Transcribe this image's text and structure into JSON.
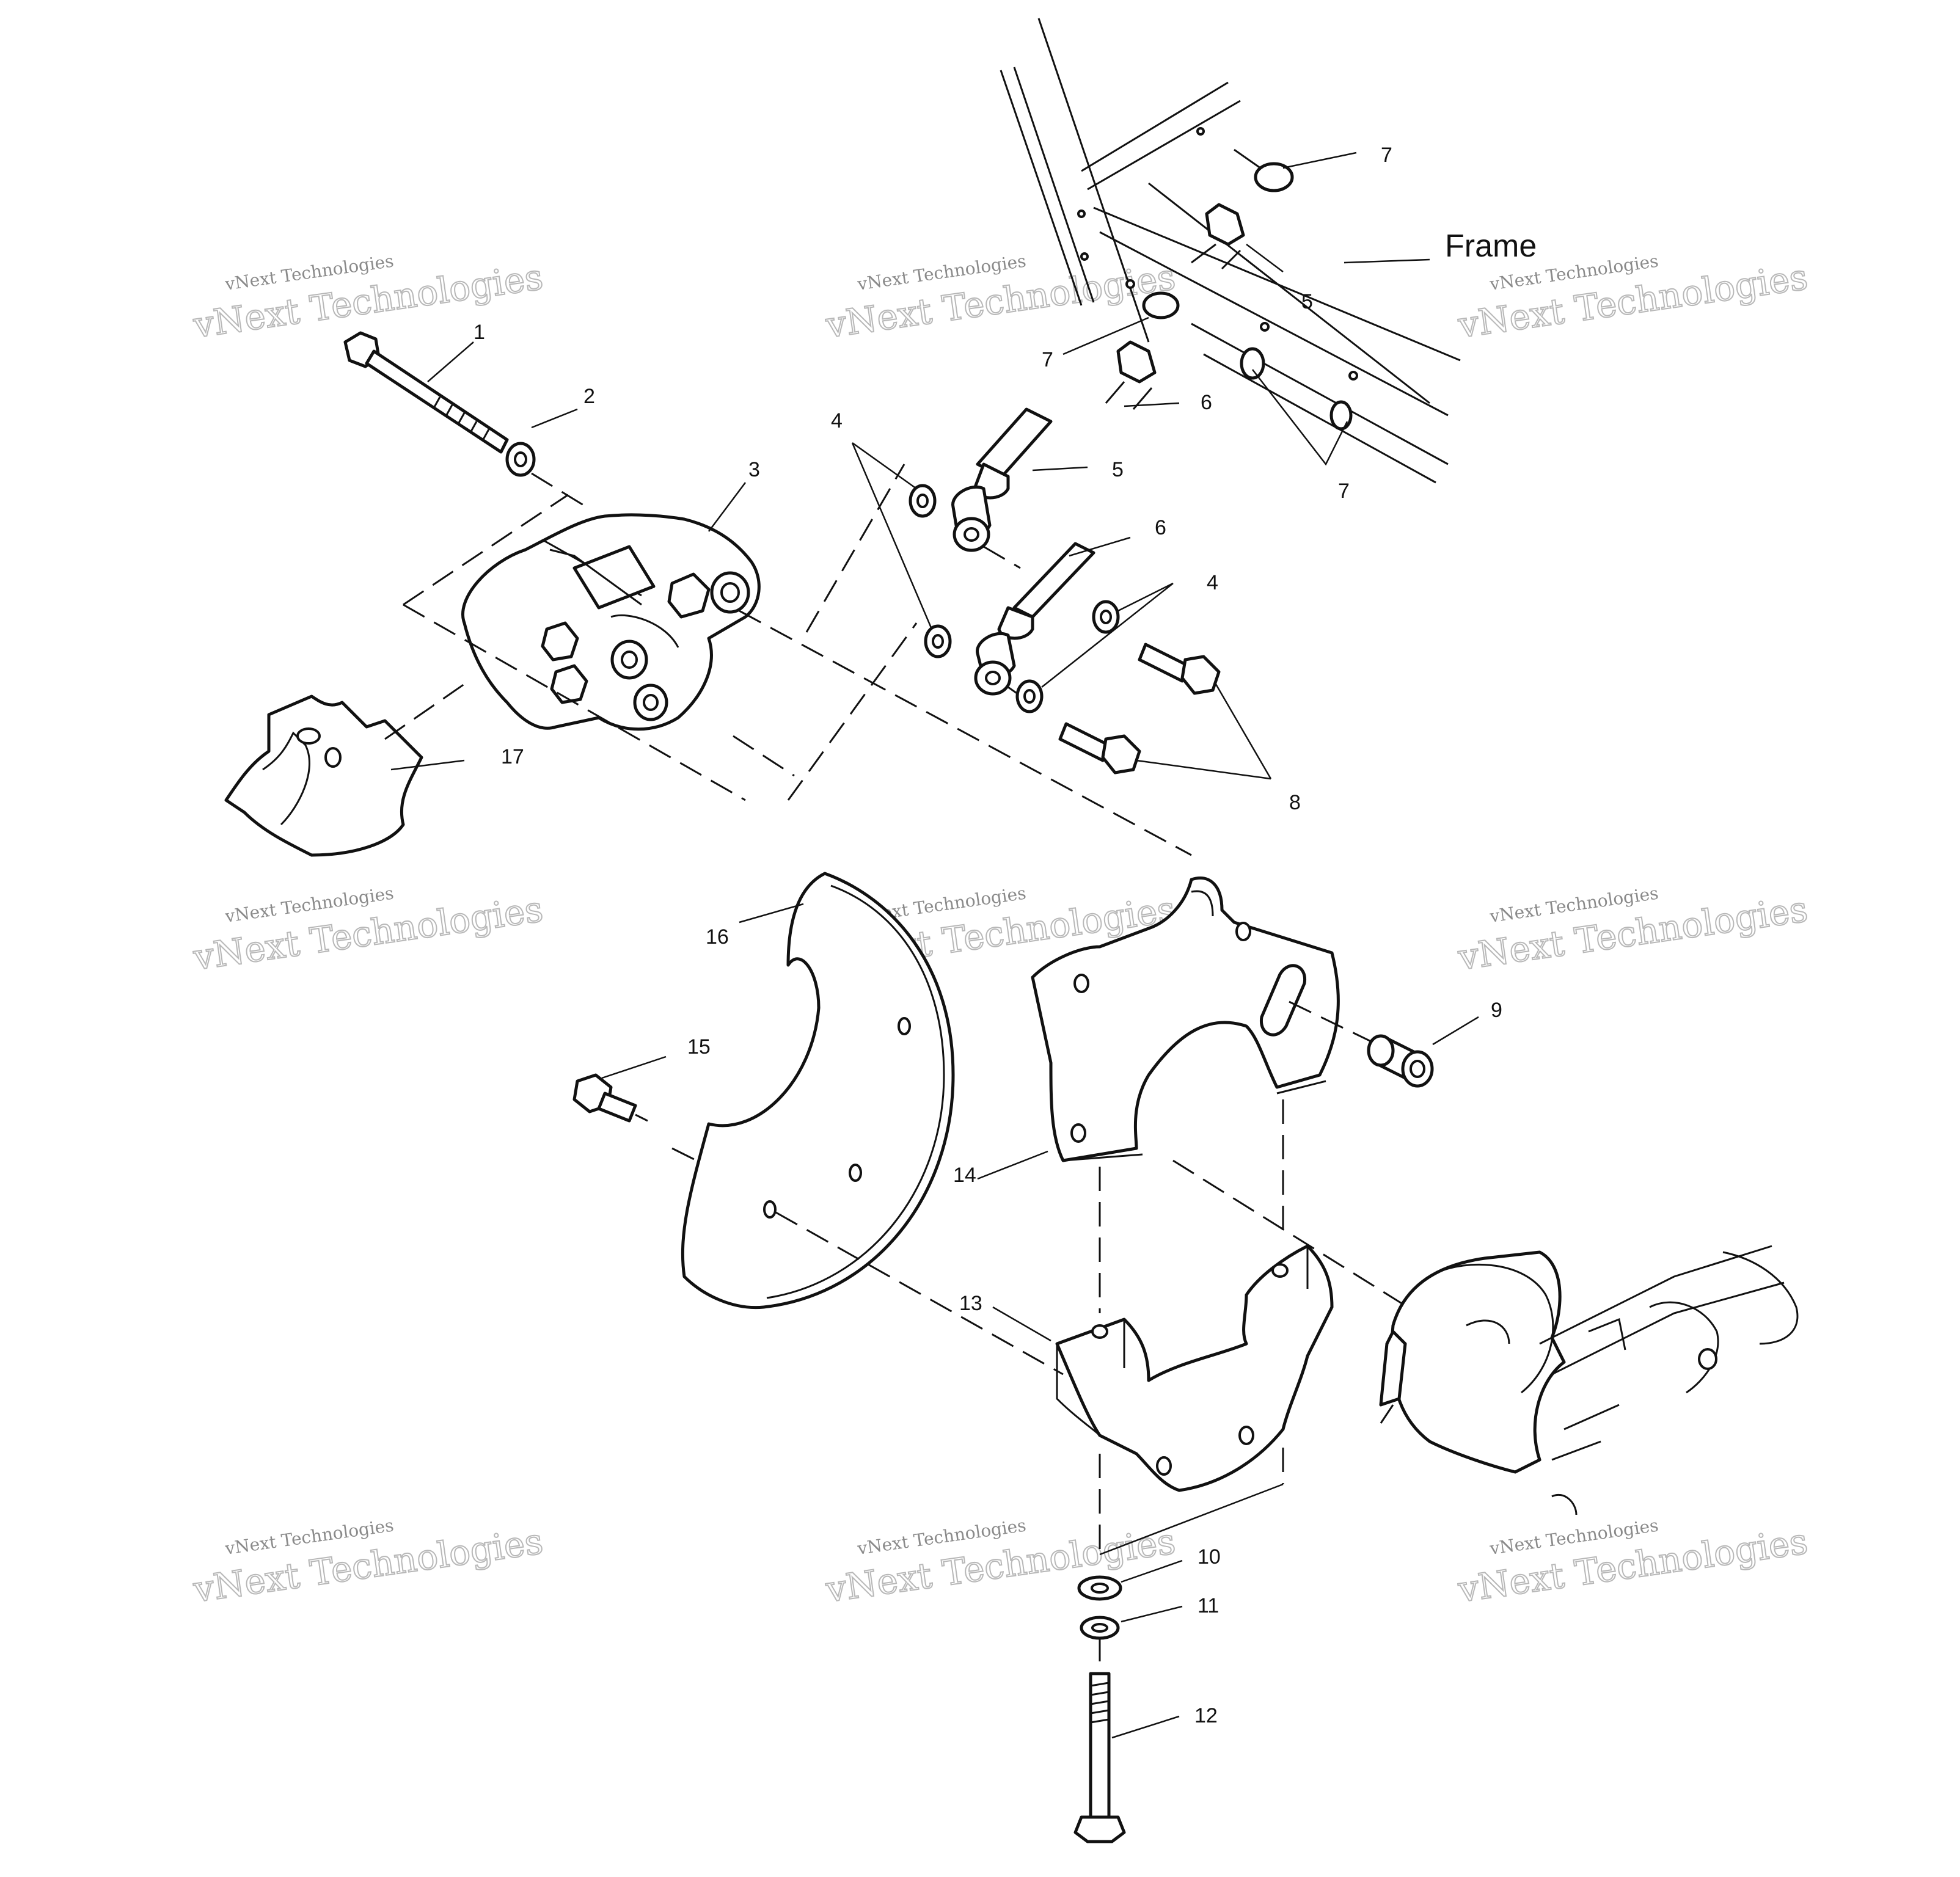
{
  "frame_label": "Frame",
  "callouts": {
    "c1": "1",
    "c2": "2",
    "c3": "3",
    "c4a": "4",
    "c4b": "4",
    "c5a": "5",
    "c5b": "5",
    "c6a": "6",
    "c6b": "6",
    "c7a": "7",
    "c7b": "7",
    "c7c": "7",
    "c8": "8",
    "c9": "9",
    "c10": "10",
    "c11": "11",
    "c12": "12",
    "c13": "13",
    "c14": "14",
    "c15": "15",
    "c16": "16",
    "c17": "17"
  },
  "watermark": {
    "line1": "vNext Technologies",
    "line2": "vNext Technologies"
  }
}
